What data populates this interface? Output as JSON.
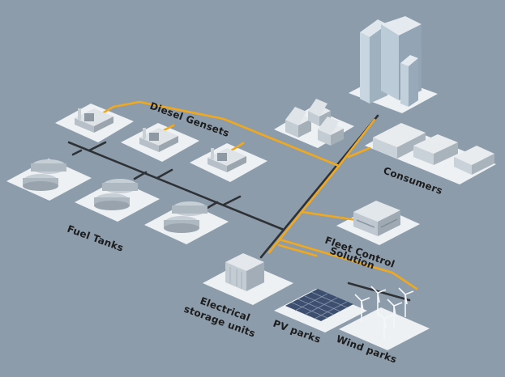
{
  "labels": {
    "diesel_gensets": "Diesel Gensets",
    "fuel_tanks": "Fuel Tanks",
    "consumers": "Consumers",
    "fleet_control_line1": "Fleet Control",
    "fleet_control_line2": "Solution",
    "storage_line1": "Electrical",
    "storage_line2": "storage units",
    "pv_parks": "PV parks",
    "wind_parks": "Wind parks"
  },
  "colors": {
    "background": "#8d9cab",
    "pad": "#eef1f3",
    "pad_shadow": "#b8c2cc",
    "power_line": "#f0a81e",
    "fuel_line": "#2e3236",
    "equipment": "#dfe4e8",
    "equipment_dark": "#a9b3bc",
    "solar_panel": "#3c4f6e",
    "glass": "#c8d6e2"
  },
  "icons": {
    "gensets": "generator-icon",
    "tanks": "fuel-tank-icon",
    "consumers": "city-buildings-icon",
    "fleet_control": "control-building-icon",
    "storage": "battery-container-icon",
    "pv": "solar-panel-icon",
    "wind": "wind-turbine-icon"
  }
}
